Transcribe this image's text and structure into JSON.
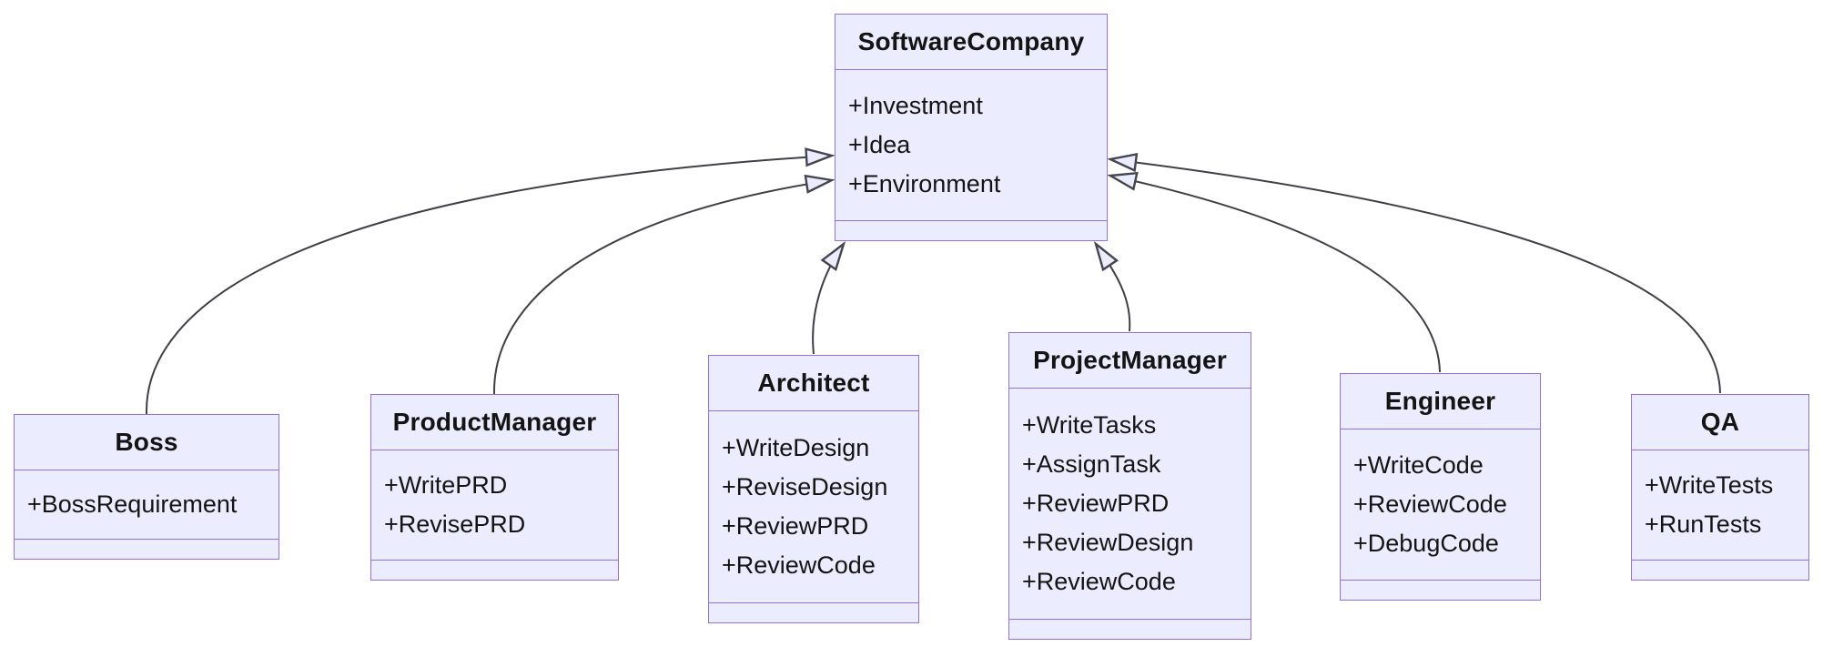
{
  "diagram": {
    "type": "uml-class-diagram",
    "classes": [
      {
        "name": "SoftwareCompany",
        "attributes": [
          "+Investment",
          "+Idea",
          "+Environment"
        ],
        "methods": []
      },
      {
        "name": "Boss",
        "attributes": [
          "+BossRequirement"
        ],
        "methods": []
      },
      {
        "name": "ProductManager",
        "attributes": [
          "+WritePRD",
          "+RevisePRD"
        ],
        "methods": []
      },
      {
        "name": "Architect",
        "attributes": [
          "+WriteDesign",
          "+ReviseDesign",
          "+ReviewPRD",
          "+ReviewCode"
        ],
        "methods": []
      },
      {
        "name": "ProjectManager",
        "attributes": [
          "+WriteTasks",
          "+AssignTask",
          "+ReviewPRD",
          "+ReviewDesign",
          "+ReviewCode"
        ],
        "methods": []
      },
      {
        "name": "Engineer",
        "attributes": [
          "+WriteCode",
          "+ReviewCode",
          "+DebugCode"
        ],
        "methods": []
      },
      {
        "name": "QA",
        "attributes": [
          "+WriteTests",
          "+RunTests"
        ],
        "methods": []
      }
    ],
    "relationships": [
      {
        "from": "Boss",
        "to": "SoftwareCompany",
        "type": "inheritance"
      },
      {
        "from": "ProductManager",
        "to": "SoftwareCompany",
        "type": "inheritance"
      },
      {
        "from": "Architect",
        "to": "SoftwareCompany",
        "type": "inheritance"
      },
      {
        "from": "ProjectManager",
        "to": "SoftwareCompany",
        "type": "inheritance"
      },
      {
        "from": "Engineer",
        "to": "SoftwareCompany",
        "type": "inheritance"
      },
      {
        "from": "QA",
        "to": "SoftwareCompany",
        "type": "inheritance"
      }
    ],
    "colors": {
      "node_fill": "#ECECFF",
      "node_border": "#9370DB",
      "edge_line": "#3f3f46",
      "text": "#141414",
      "background": "#ffffff"
    }
  }
}
